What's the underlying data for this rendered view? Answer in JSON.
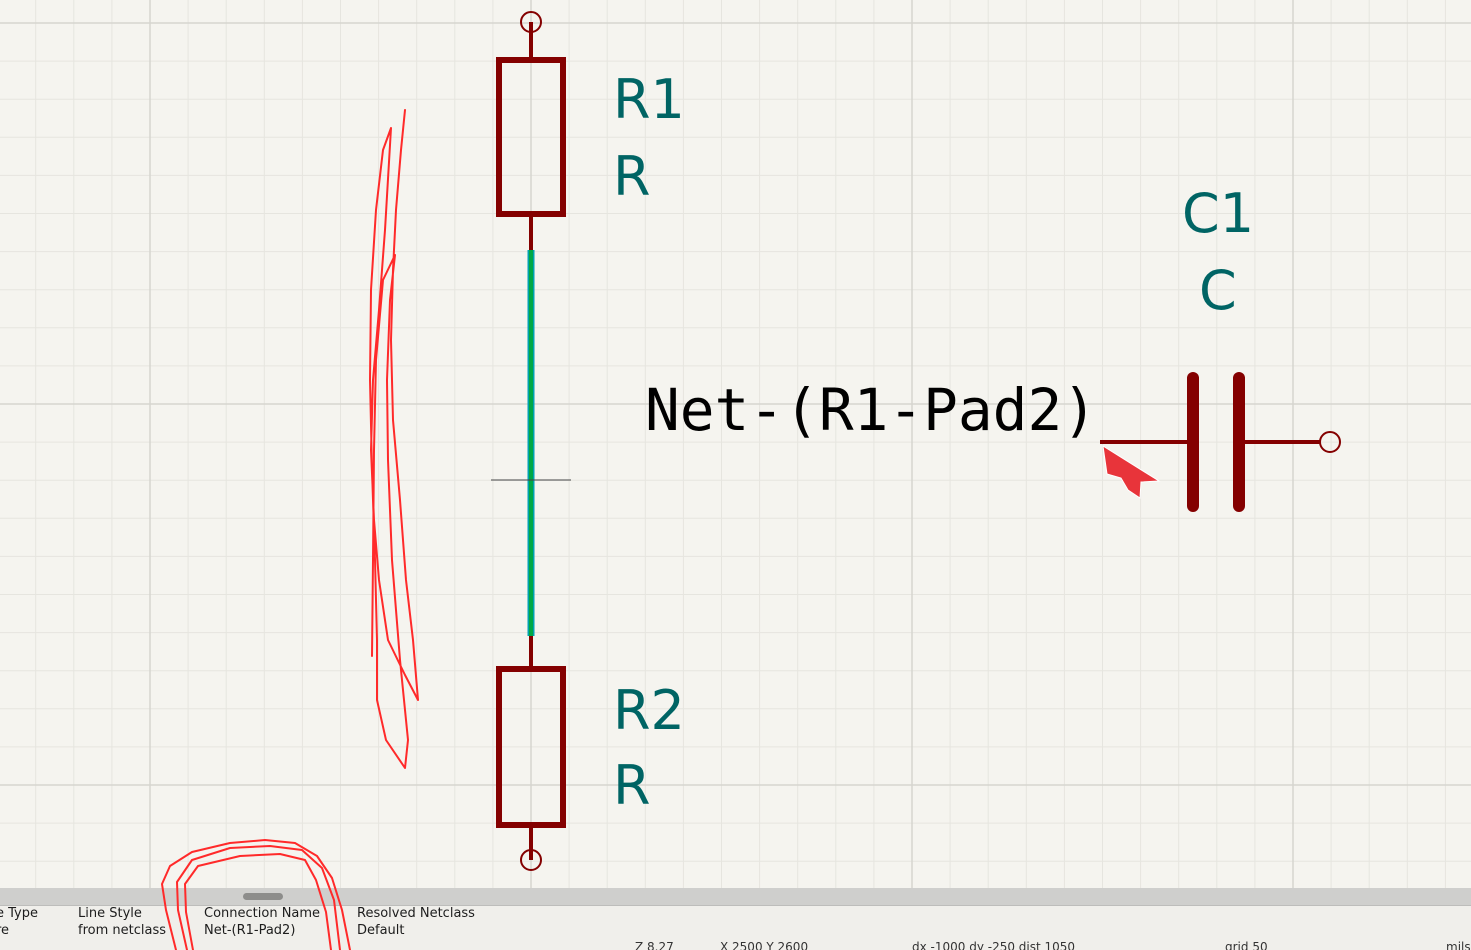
{
  "schematic": {
    "r1": {
      "reference": "R1",
      "value": "R"
    },
    "r2": {
      "reference": "R2",
      "value": "R"
    },
    "c1": {
      "reference": "C1",
      "value": "C"
    },
    "net_label": "Net-(R1-Pad2)"
  },
  "properties": {
    "type": {
      "label": "Type",
      "value": "Wire",
      "visible_label": "e Type",
      "visible_value": "re"
    },
    "line_style": {
      "label": "Line Style",
      "value": "from netclass"
    },
    "connection_name": {
      "label": "Connection Name",
      "value": "Net-(R1-Pad2)"
    },
    "resolved_netclass": {
      "label": "Resolved Netclass",
      "value": "Default"
    }
  },
  "statusbar": {
    "zoom": "Z 8.27",
    "cursor": "X 2500  Y 2600",
    "delta": "dx -1000  dy -250  dist 1050",
    "grid": "grid 50",
    "units": "mils"
  },
  "colors": {
    "background": "#f5f4ef",
    "symbol_body": "#840000",
    "wire_selected": "#009c3a",
    "reference_text": "#006464",
    "net_label_text": "#000000",
    "annotation_ink": "#ff2a2a",
    "cursor": "#e8343a"
  }
}
